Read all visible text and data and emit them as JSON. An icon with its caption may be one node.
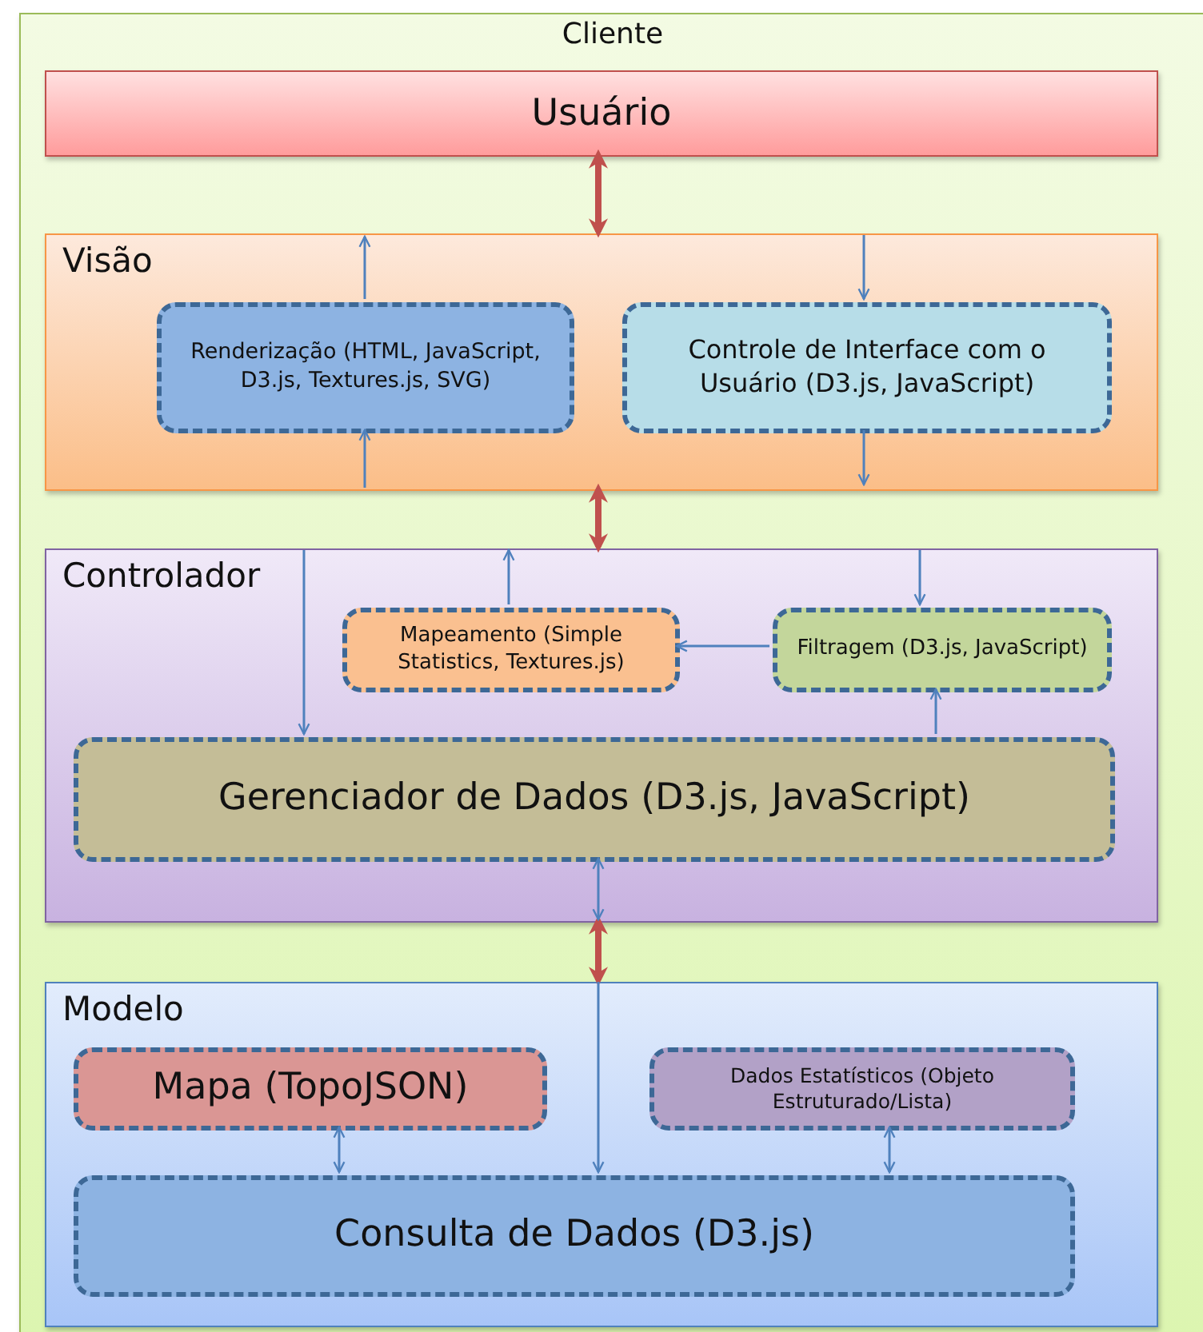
{
  "diagram": {
    "nodes": [
      {
        "text": [
          "Cliente"
        ]
      },
      {
        "text": [
          "Usuário"
        ],
        "in": 0
      },
      {
        "text": [
          "Visão"
        ],
        "in": 0
      },
      {
        "text": [
          "Renderização (HTML, JavaScript, D3.js, Textures.js, SVG)"
        ],
        "in": 2
      },
      {
        "text": [
          "Controle de Interface com o Usuário (D3.js, JavaScript)"
        ],
        "in": 2
      },
      {
        "text": [
          "Controlador"
        ],
        "in": 0
      },
      {
        "text": [
          "Mapeamento (Simple Statistics, Textures.js)"
        ],
        "in": 5
      },
      {
        "text": [
          "Filtragem (D3.js, JavaScript)"
        ],
        "in": 5
      },
      {
        "text": [
          "Gerenciador de Dados (D3.js, JavaScript)"
        ],
        "in": 5
      },
      {
        "text": [
          "Modelo"
        ],
        "in": 0
      },
      {
        "text": [
          "Mapa (TopoJSON)"
        ],
        "in": 9
      },
      {
        "text": [
          "Dados Estatísticos (Objeto Estruturado/Lista)"
        ],
        "in": 9
      },
      {
        "text": [
          "Consulta de Dados (D3.js)"
        ],
        "in": 9
      }
    ],
    "edges": [
      {
        "from": 1,
        "to": 2,
        "arrow": "both",
        "style": "thick",
        "color": "#c0504d"
      },
      {
        "from": 2,
        "to": 5,
        "arrow": "both",
        "style": "thick",
        "color": "#c0504d"
      },
      {
        "from": 5,
        "to": 9,
        "arrow": "both",
        "style": "thick",
        "color": "#c0504d"
      },
      {
        "from": 3,
        "to": null,
        "arrow": "to"
      },
      {
        "from": null,
        "to": 4,
        "arrow": "to"
      },
      {
        "from": null,
        "to": 3,
        "arrow": "to"
      },
      {
        "from": 4,
        "to": null,
        "arrow": "to"
      },
      {
        "from": 6,
        "to": null,
        "arrow": "to"
      },
      {
        "from": null,
        "to": 8,
        "arrow": "to"
      },
      {
        "from": null,
        "to": 7,
        "arrow": "to"
      },
      {
        "from": 7,
        "to": 6,
        "arrow": "to"
      },
      {
        "from": 8,
        "to": 7,
        "arrow": "to"
      },
      {
        "from": 8,
        "to": null,
        "arrow": "both"
      },
      {
        "from": null,
        "to": 12,
        "arrow": "to"
      },
      {
        "from": 10,
        "to": 12,
        "arrow": "both"
      },
      {
        "from": 11,
        "to": 12,
        "arrow": "both"
      }
    ]
  }
}
